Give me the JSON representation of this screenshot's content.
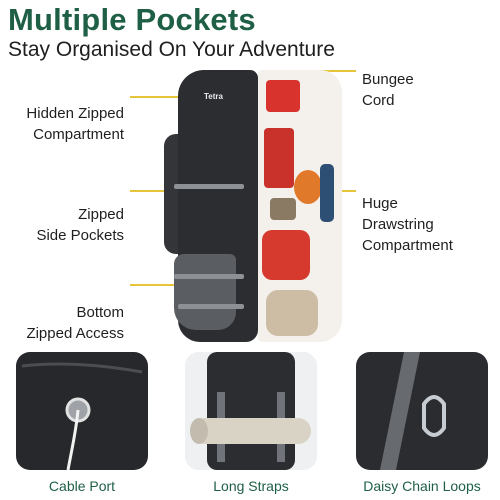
{
  "header": {
    "title": "Multiple Pockets",
    "subtitle": "Stay Organised On Your Adventure"
  },
  "callouts": {
    "hidden_compartment": [
      "Hidden Zipped",
      "Compartment"
    ],
    "side_pockets": [
      "Zipped",
      "Side Pockets"
    ],
    "bottom_access": [
      "Bottom",
      "Zipped Access"
    ],
    "bungee_cord": [
      "Bungee",
      "Cord"
    ],
    "drawstring": [
      "Huge",
      "Drawstring",
      "Compartment"
    ]
  },
  "pack_logo": "Tetra",
  "features": [
    {
      "label": "Cable Port",
      "icon": "cable-port-icon"
    },
    {
      "label": "Long Straps",
      "icon": "sleeping-mat-icon"
    },
    {
      "label": "Daisy Chain Loops",
      "icon": "carabiner-icon"
    }
  ],
  "colors": {
    "accent_green": "#1e5f45",
    "highlight_yellow": "#e7c43a",
    "pack_black": "#2b2d30",
    "pack_grey": "#5a5d61"
  }
}
